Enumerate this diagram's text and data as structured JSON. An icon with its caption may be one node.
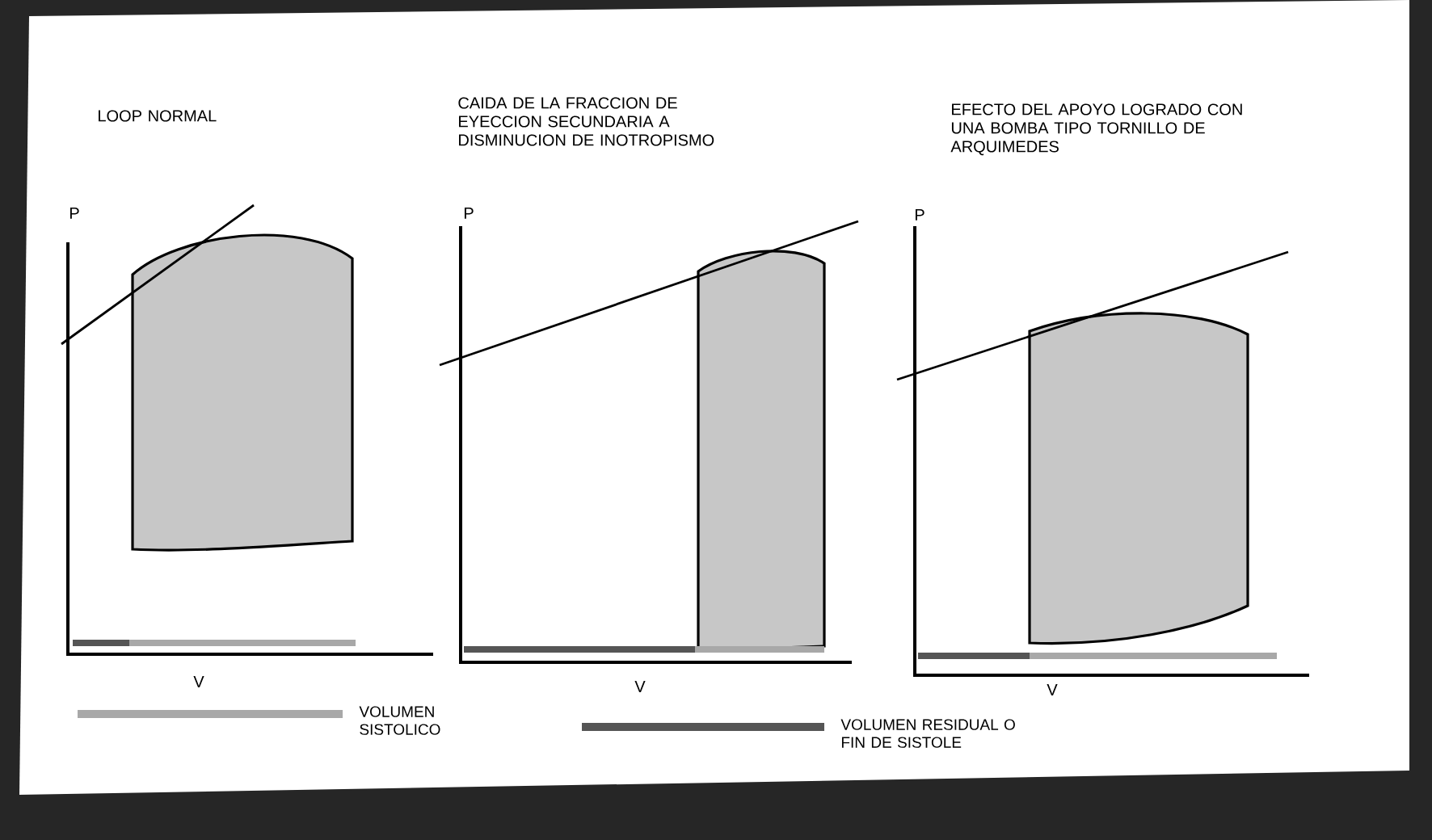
{
  "diagram": {
    "labels": [
      "LOOP NORMAL",
      "CAIDA DE LA FRACCION DE EYECCION SECUNDARIA A DISMINUCION DE INOTROPISMO",
      "EFECTO DEL APOYO LOGRADO CON UNA BOMBA TIPO TORNILLO DE ARQUIMEDES",
      "P",
      "P",
      "P",
      "V",
      "V",
      "V"
    ],
    "legend": [
      {
        "text": "VOLUMEN SISTOLICO",
        "color": "#a8a8a8"
      },
      {
        "text": "VOLUMEN RESIDUAL O FIN DE SISTOLE",
        "color": "#555555"
      }
    ]
  }
}
